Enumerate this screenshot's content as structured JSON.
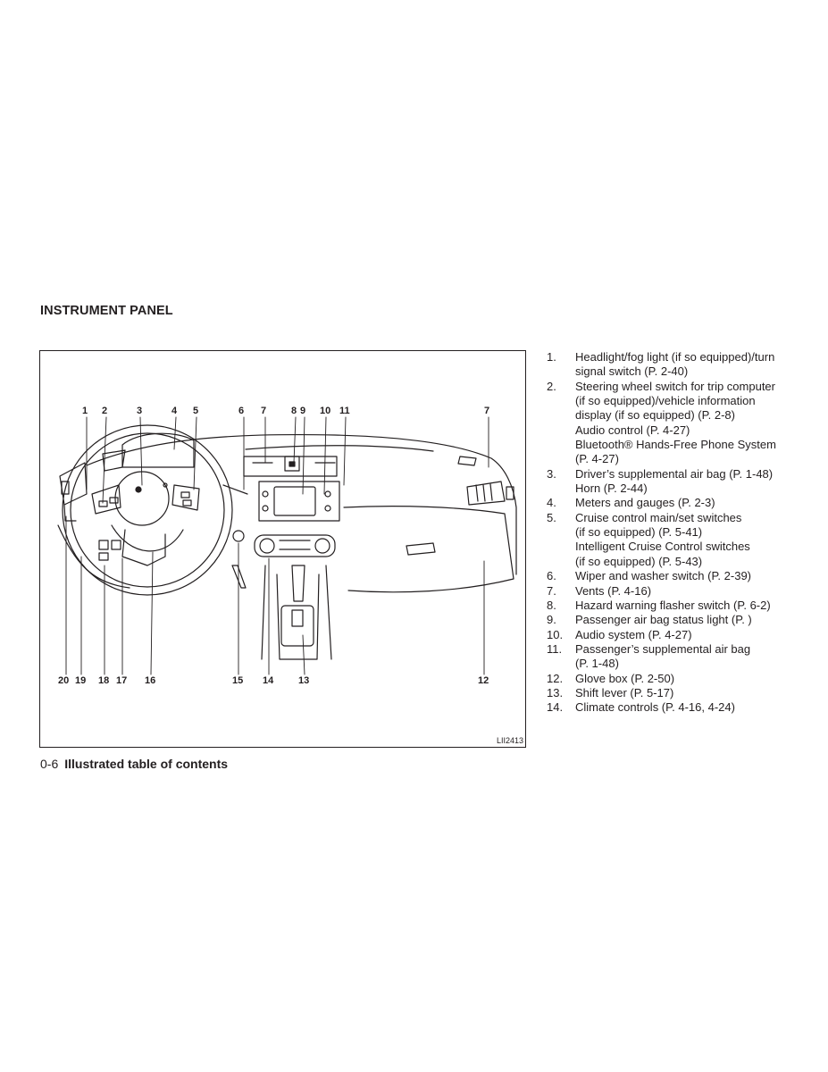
{
  "section_title": "INSTRUMENT PANEL",
  "figure": {
    "id": "LII2413",
    "callouts_top": [
      "1",
      "2",
      "3",
      "4",
      "5",
      "6",
      "7",
      "8",
      "9",
      "10",
      "11",
      "7"
    ],
    "callouts_bottom": [
      "20",
      "19",
      "18",
      "17",
      "16",
      "15",
      "14",
      "13",
      "12"
    ]
  },
  "legend": [
    {
      "num": "1.",
      "lines": [
        "Headlight/fog light (if so equipped)/turn",
        "signal switch (P. 2-40)"
      ]
    },
    {
      "num": "2.",
      "lines": [
        "Steering wheel switch for trip computer",
        "(if so equipped)/vehicle information",
        "display (if so equipped) (P. 2-8)",
        "Audio control (P. 4-27)",
        "Bluetooth® Hands-Free Phone System",
        "(P. 4-27)"
      ]
    },
    {
      "num": "3.",
      "lines": [
        "Driver’s supplemental air bag (P. 1-48)",
        "Horn (P. 2-44)"
      ]
    },
    {
      "num": "4.",
      "lines": [
        "Meters and gauges (P. 2-3)"
      ]
    },
    {
      "num": "5.",
      "lines": [
        "Cruise control main/set switches",
        "(if so equipped) (P. 5-41)",
        "Intelligent Cruise Control switches",
        "(if so equipped) (P. 5-43)"
      ]
    },
    {
      "num": "6.",
      "lines": [
        "Wiper and washer switch (P. 2-39)"
      ]
    },
    {
      "num": "7.",
      "lines": [
        "Vents (P. 4-16)"
      ]
    },
    {
      "num": "8.",
      "lines": [
        "Hazard warning flasher switch (P. 6-2)"
      ]
    },
    {
      "num": "9.",
      "lines": [
        "Passenger air bag status light (P. )"
      ]
    },
    {
      "num": "10.",
      "lines": [
        "Audio system (P. 4-27)"
      ]
    },
    {
      "num": "11.",
      "lines": [
        "Passenger’s supplemental air bag",
        "(P. 1-48)"
      ]
    },
    {
      "num": "12.",
      "lines": [
        "Glove box (P. 2-50)"
      ]
    },
    {
      "num": "13.",
      "lines": [
        "Shift lever (P. 5-17)"
      ]
    },
    {
      "num": "14.",
      "lines": [
        "Climate controls (P. 4-16, 4-24)"
      ]
    }
  ],
  "footer": {
    "page_number": "0-6",
    "title": "Illustrated table of contents"
  }
}
